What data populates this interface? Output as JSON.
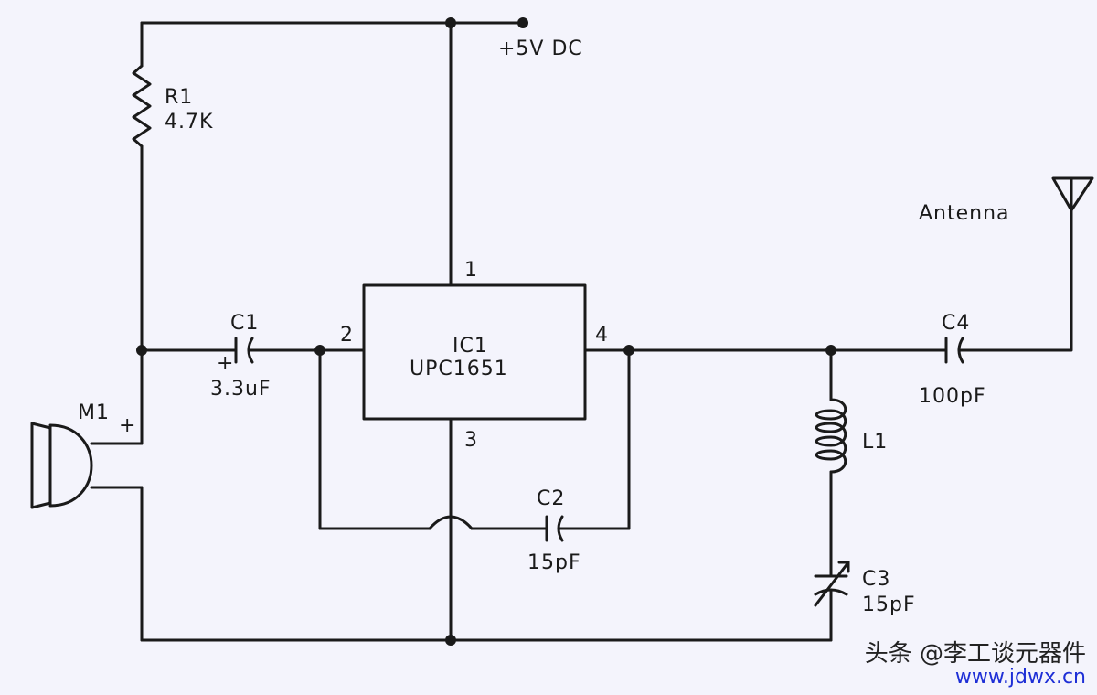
{
  "supply": {
    "label": "+5V DC"
  },
  "components": {
    "r1": {
      "name": "R1",
      "value": "4.7K"
    },
    "c1": {
      "name": "C1",
      "value": "3.3uF",
      "polarity": "+"
    },
    "c2": {
      "name": "C2",
      "value": "15pF"
    },
    "c3": {
      "name": "C3",
      "value": "15pF"
    },
    "c4": {
      "name": "C4",
      "value": "100pF"
    },
    "l1": {
      "name": "L1"
    },
    "m1": {
      "name": "M1",
      "polarity": "+"
    },
    "ic1": {
      "name": "IC1",
      "part": "UPC1651",
      "pins": {
        "p1": "1",
        "p2": "2",
        "p3": "3",
        "p4": "4"
      }
    }
  },
  "antenna": {
    "label": "Antenna"
  },
  "watermark": {
    "text": "头条 @李工谈元器件",
    "url": "www.jdwx.cn"
  },
  "colors": {
    "line": "#1a1a1a",
    "background": "#f4f4fc",
    "watermark_url": "#1e2fd6"
  }
}
